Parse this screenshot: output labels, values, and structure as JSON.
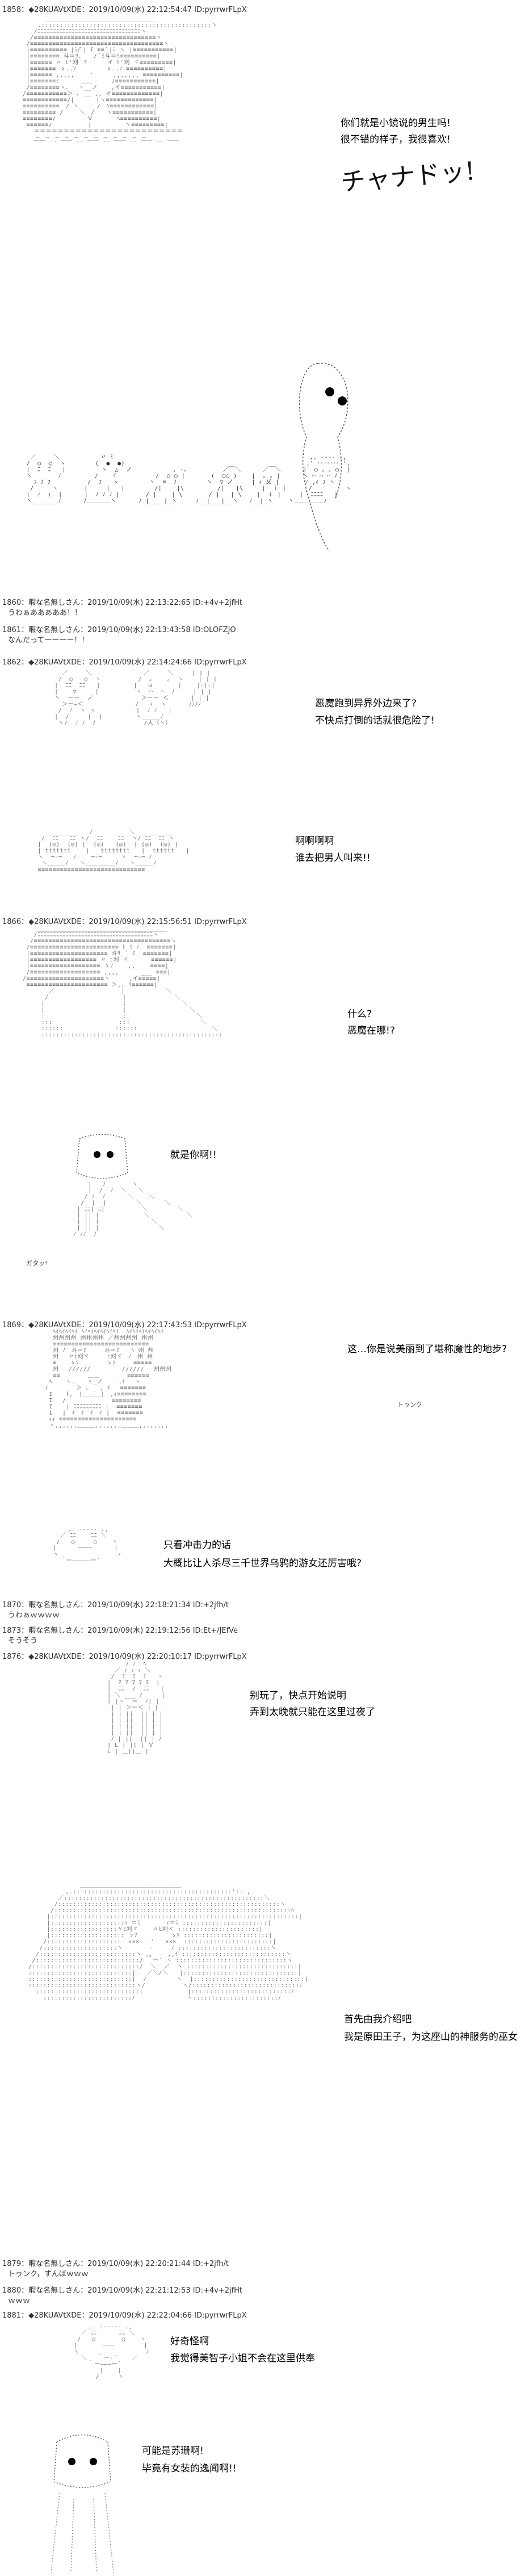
{
  "posts": [
    {
      "header": "1858：◆28KUAVtXDE：2019/10/09(水) 22:12:54:47 ID:pyrrwrFLpX",
      "lines": [
        "你们就是小镜说的男生吗!",
        "很不错的样子，我很喜欢!"
      ],
      "sfx": "チャナドッ!"
    },
    {
      "header": "1860：暇な名無しさん：2019/10/09(水) 22:13:22:65 ID:+4v+2jfHt",
      "sub": "うわぁあああああ！！",
      "lines": []
    },
    {
      "header": "1861：暇な名無しさん：2019/10/09(水) 22:13:43:58 ID:OLOFZJO",
      "sub": "なんだってーーーー！！",
      "lines": []
    },
    {
      "header": "1862：◆28KUAVtXDE：2019/10/09(水) 22:14:24:66 ID:pyrrwrFLpX",
      "lines": [
        "恶魔跑到异界外边来了?",
        "不快点打倒的话就很危险了!"
      ]
    },
    {
      "header": "",
      "lines": [
        "啊啊啊啊",
        "谁去把男人叫来!!"
      ]
    },
    {
      "header": "1866：◆28KUAVtXDE：2019/10/09(水) 22:15:56:51 ID:pyrrwrFLpX",
      "lines": [
        "什么?",
        "恶魔在哪!?"
      ]
    },
    {
      "header": "",
      "lines": [
        "就是你啊!!"
      ],
      "sfx": "ガタッ!"
    },
    {
      "header": "1869：◆28KUAVtXDE：2019/10/09(水) 22:17:43:53 ID:pyrrwrFLpX",
      "lines": [
        "这…你是说美丽到了堪称魔性的地步?"
      ],
      "sfx": "トゥンク"
    },
    {
      "header": "",
      "lines": [
        "只看冲击力的话",
        "大概比让人杀尽三千世界乌鸦的游女还厉害哦?"
      ]
    },
    {
      "header": "1870：暇な名無しさん：2019/10/09(水) 22:18:21:34 ID:+2jfh/t",
      "sub": "うわぁｗｗｗｗ",
      "lines": []
    },
    {
      "header": "1873：暇な名無しさん：2019/10/09(水) 22:19:12:56 ID:Et+/JEfVe",
      "sub": "そうそう",
      "lines": []
    },
    {
      "header": "1876：◆28KUAVtXDE：2019/10/09(水) 22:20:10:17 ID:pyrrwrFLpX",
      "lines": [
        "别玩了，快点开始说明",
        "弄到太晚就只能在这里过夜了"
      ]
    },
    {
      "header": "",
      "lines": [
        "首先由我介绍吧",
        "我是原田王子，为这座山的神服务的巫女"
      ]
    },
    {
      "header": "1879：暇な名無しさん：2019/10/09(水) 22:20:21:44 ID:+2jfh/t",
      "sub": "トゥンク，すんばｗｗｗ",
      "lines": []
    },
    {
      "header": "1880：暇な名無しさん：2019/10/09(水) 22:21:12:53 ID:+4v+2jfHt",
      "sub": "ｗｗｗ",
      "lines": []
    },
    {
      "header": "1881：◆28KUAVtXDE：2019/10/09(水) 22:22:04:66 ID:pyrrwrFLpX",
      "lines": [
        "好奇怪啊",
        "我觉得美智子小姐不会在这里供奉"
      ]
    },
    {
      "header": "",
      "lines": [
        "可能是苏珊啊!",
        "毕竟有女装的逸闻啊!!"
      ]
    }
  ]
}
